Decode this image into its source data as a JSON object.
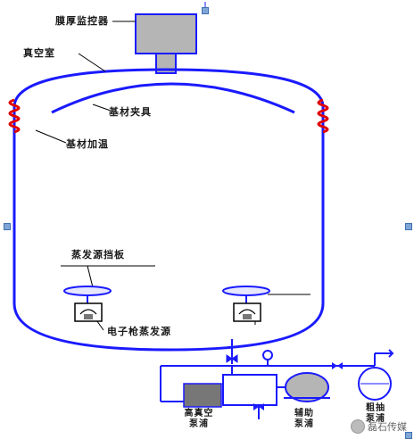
{
  "labels": {
    "thickness_monitor": "膜厚监控器",
    "vacuum_chamber": "真空室",
    "substrate_holder": "基材夹具",
    "substrate_heater": "基材加温",
    "source_shutter": "蒸发源挡板",
    "e_beam_source": "电子枪蒸发源",
    "high_vacuum_pump": "高真空\n泵浦",
    "auxiliary_pump": "辅助\n泵浦",
    "roughing_pump": "粗抽\n泵浦"
  },
  "watermark": "磊石传媒",
  "colors": {
    "chamber": "#1a1aff",
    "heater": "#e00000",
    "monitor_box": "#b5b5b5",
    "line": "#000000"
  }
}
